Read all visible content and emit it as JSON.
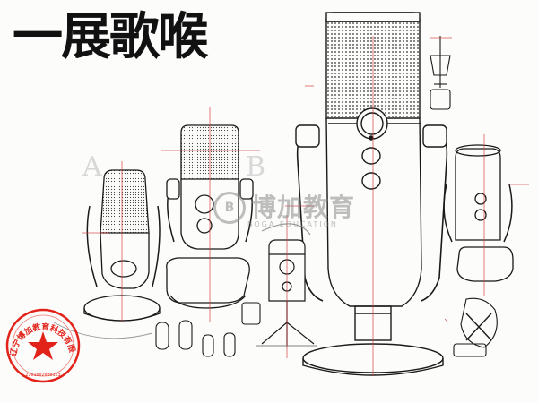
{
  "title": "一展歌喉",
  "watermark": {
    "brand_cn": "博加教育",
    "brand_en": "BOGA EDUCATION"
  },
  "stamp": {
    "org": "辽宁博加教育科技有限公司",
    "code": "2101002000123",
    "color": "#e2231a"
  },
  "sketch_letters": [
    "A",
    "B"
  ],
  "colors": {
    "ink": "#1a1a1a",
    "construction": "#d23c3c",
    "grille": "#333333"
  }
}
